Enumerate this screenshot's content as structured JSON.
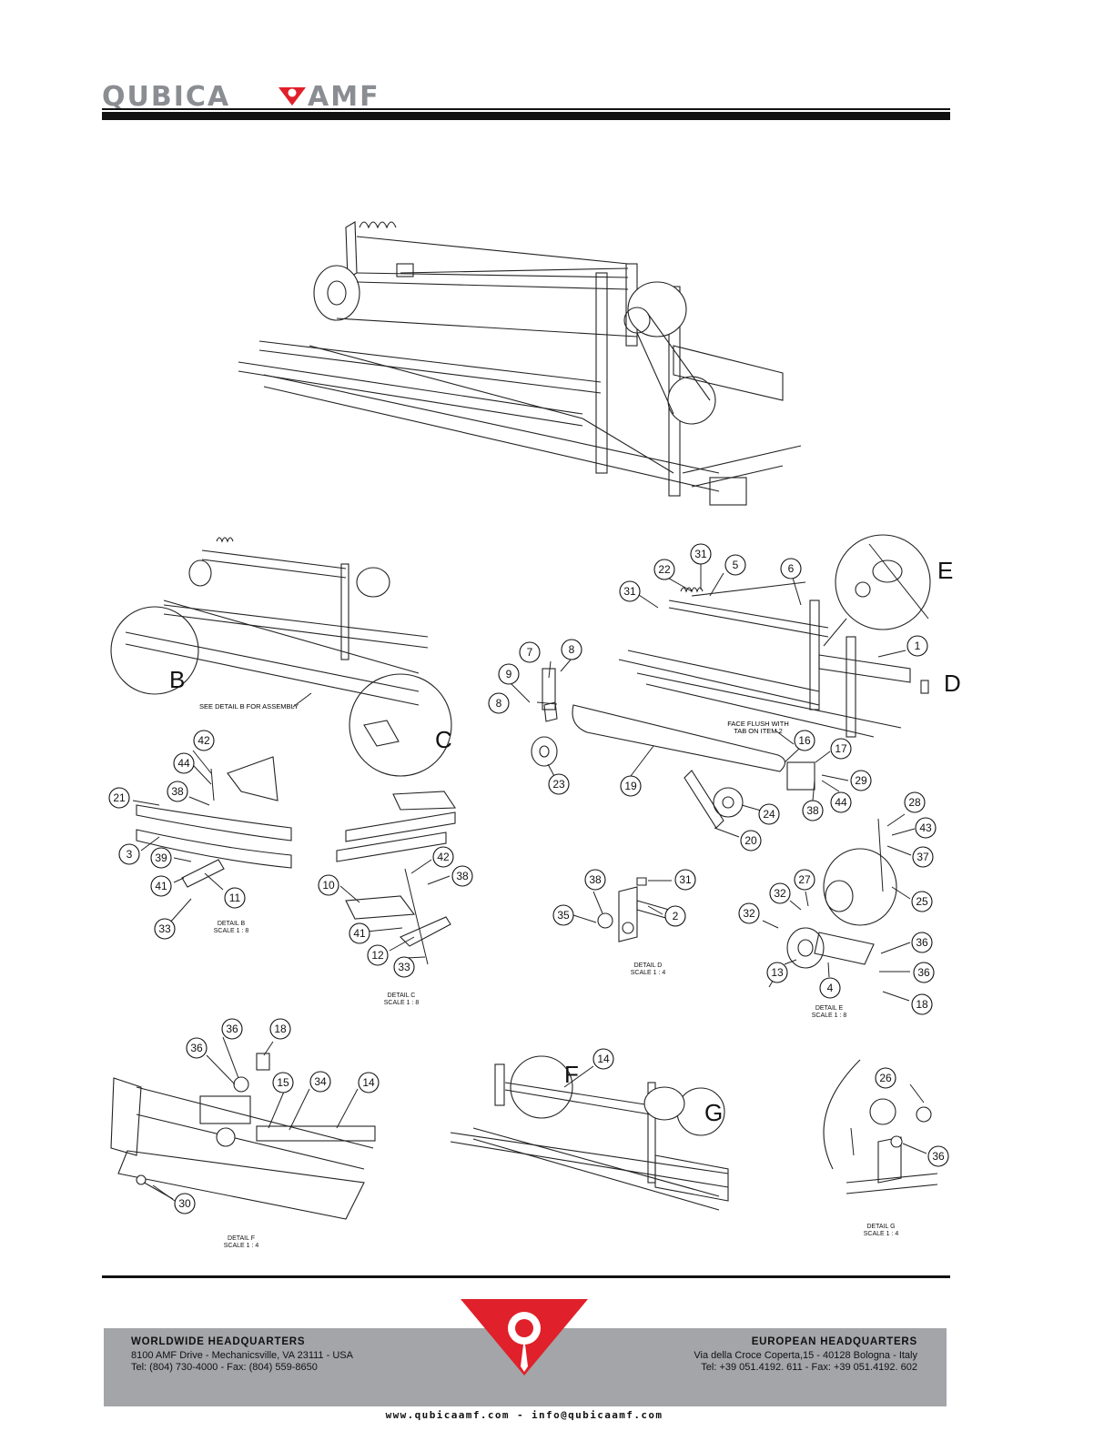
{
  "header": {
    "logo_text_left": "QUBICA",
    "logo_text_right": "AMF"
  },
  "callouts": {
    "main_right": [
      "31",
      "22",
      "5",
      "6",
      "31",
      "1",
      "7",
      "8",
      "9",
      "8",
      "23",
      "19",
      "16",
      "17",
      "29",
      "38",
      "44",
      "24",
      "20"
    ],
    "note_face_flush": "FACE FLUSH WITH\nTAB ON ITEM 2",
    "note_see_detail_b": "SEE DETAIL B FOR ASSEMBLY"
  },
  "details": {
    "B": {
      "letter": "B",
      "caption": "DETAIL B",
      "scale": "SCALE 1 : 8",
      "items": [
        "42",
        "44",
        "38",
        "21",
        "3",
        "39",
        "41",
        "11",
        "33"
      ]
    },
    "C": {
      "letter": "C",
      "caption": "DETAIL C",
      "scale": "SCALE 1 : 8",
      "items": [
        "42",
        "38",
        "10",
        "41",
        "12",
        "33"
      ]
    },
    "D": {
      "letter": "D",
      "caption": "DETAIL D",
      "scale": "SCALE 1 : 4",
      "items": [
        "38",
        "31",
        "35",
        "2"
      ]
    },
    "E": {
      "letter": "E",
      "caption": "DETAIL E",
      "scale": "SCALE 1 : 8",
      "items": [
        "28",
        "43",
        "37",
        "27",
        "32",
        "25",
        "32",
        "36",
        "36",
        "13",
        "4",
        "18"
      ]
    },
    "F": {
      "letter": "F",
      "caption": "DETAIL F",
      "scale": "SCALE 1 : 4",
      "items": [
        "36",
        "18",
        "36",
        "15",
        "34",
        "14",
        "30"
      ]
    },
    "G": {
      "letter": "G",
      "caption": "DETAIL G",
      "scale": "SCALE 1 : 4",
      "items": [
        "26",
        "36"
      ]
    },
    "overview_item": "14"
  },
  "footer": {
    "left_title": "WORLDWIDE HEADQUARTERS",
    "left_line1": "8100 AMF Drive - Mechanicsville, VA 23111 - USA",
    "left_line2": "Tel: (804) 730-4000 - Fax: (804) 559-8650",
    "right_title": "EUROPEAN HEADQUARTERS",
    "right_line1": "Via della Croce Coperta,15 - 40128 Bologna - Italy",
    "right_line2": "Tel: +39 051.4192. 611 - Fax: +39 051.4192. 602",
    "web": "www.qubicaamf.com - info@qubicaamf.com"
  },
  "colors": {
    "logo_grey": "#8a8d92",
    "logo_red": "#e0202a",
    "footer_band": "#a3a5a8"
  }
}
